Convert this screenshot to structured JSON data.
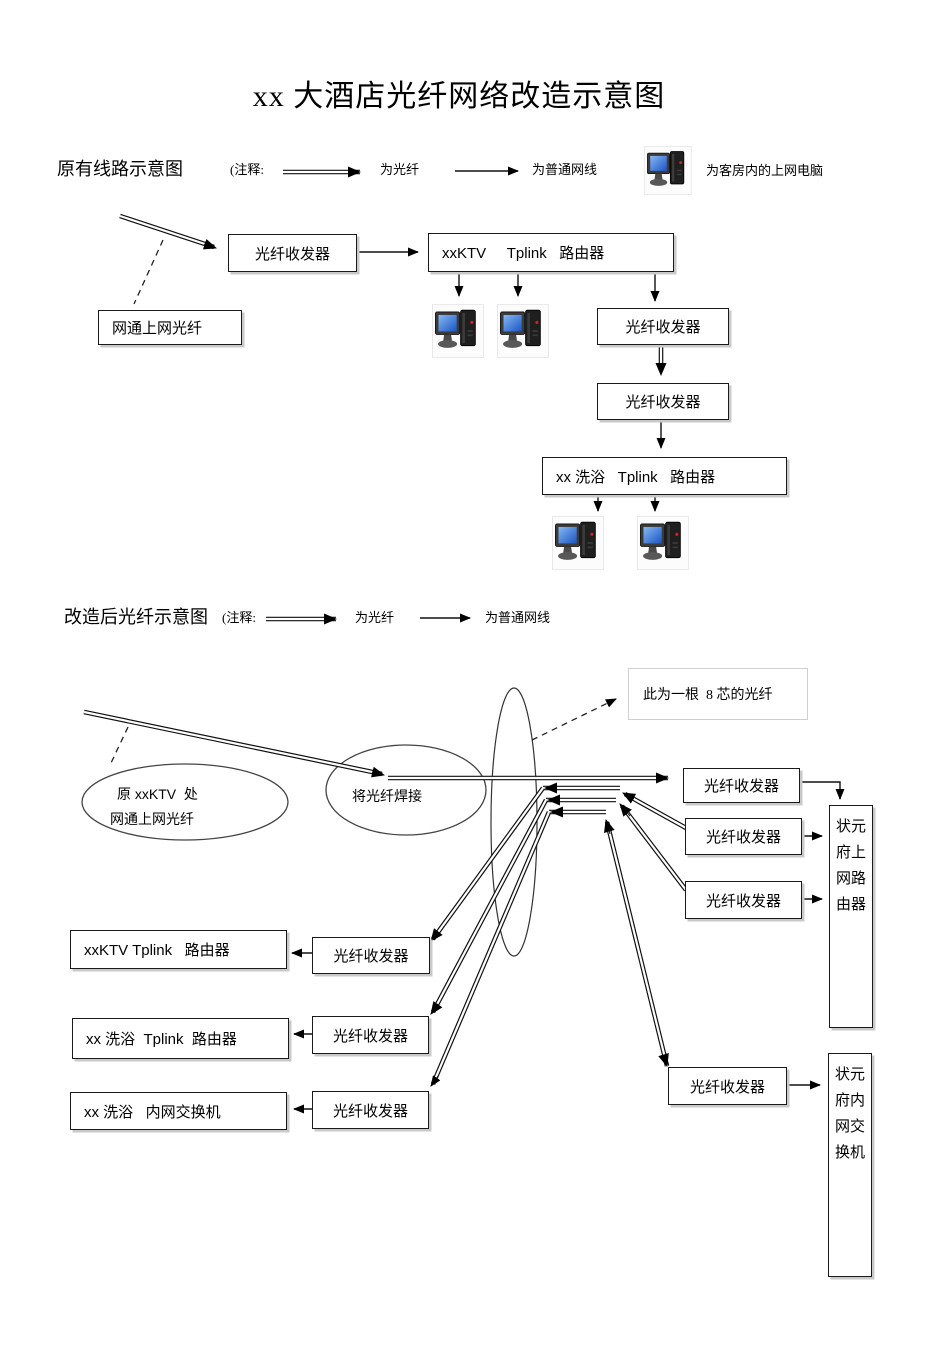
{
  "title": "xx 大酒店光纤网络改造示意图",
  "common": {
    "transceiver": "光纤收发器"
  },
  "section1": {
    "header": "原有线路示意图",
    "legend": {
      "note": "(注释:",
      "fiber": "为光纤",
      "cable": "为普通网线",
      "pc": "为客房内的上网电脑"
    },
    "netcom_box": "网通上网光纤",
    "ktv_router": "xxKTV     Tplink   路由器",
    "bath_router": "xx 洗浴   Tplink   路由器"
  },
  "section2": {
    "header": "改造后光纤示意图",
    "legend": {
      "note": "(注释:",
      "fiber": "为光纤",
      "cable": "为普通网线"
    },
    "annotation": "此为一根  8 芯的光纤",
    "origin_ellipse_line1": "原 xxKTV  处",
    "origin_ellipse_line2": "网通上网光纤",
    "splice_label": "将光纤焊接",
    "ktv_router": "xxKTV Tplink   路由器",
    "bath_router": "xx 洗浴  Tplink  路由器",
    "bath_switch": "xx 洗浴   内网交换机",
    "zhuangyuanfu_router": "状元府上网路由器",
    "zhuangyuanfu_switch": "状元府内网交换机"
  }
}
